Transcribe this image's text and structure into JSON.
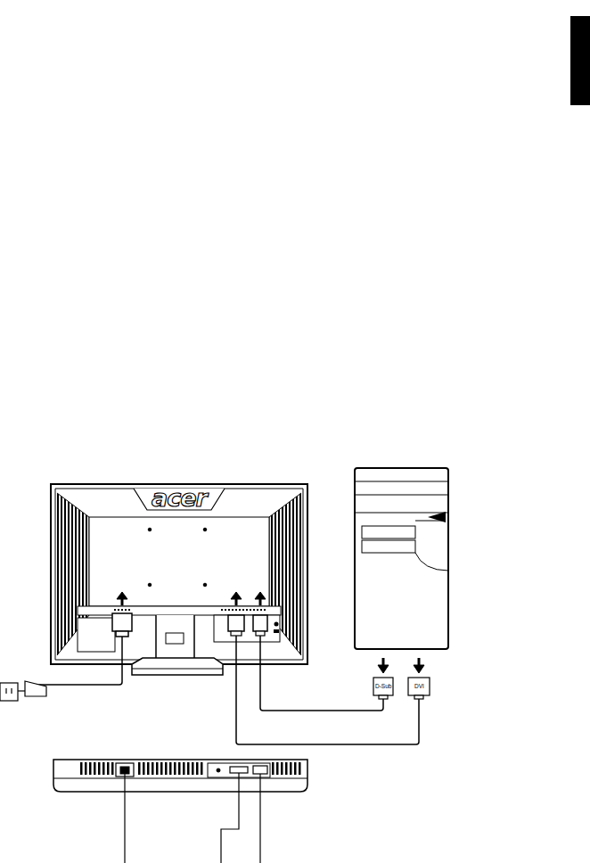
{
  "diagram": {
    "labels": [
      "acer",
      "D-Sub",
      "DVI"
    ]
  }
}
